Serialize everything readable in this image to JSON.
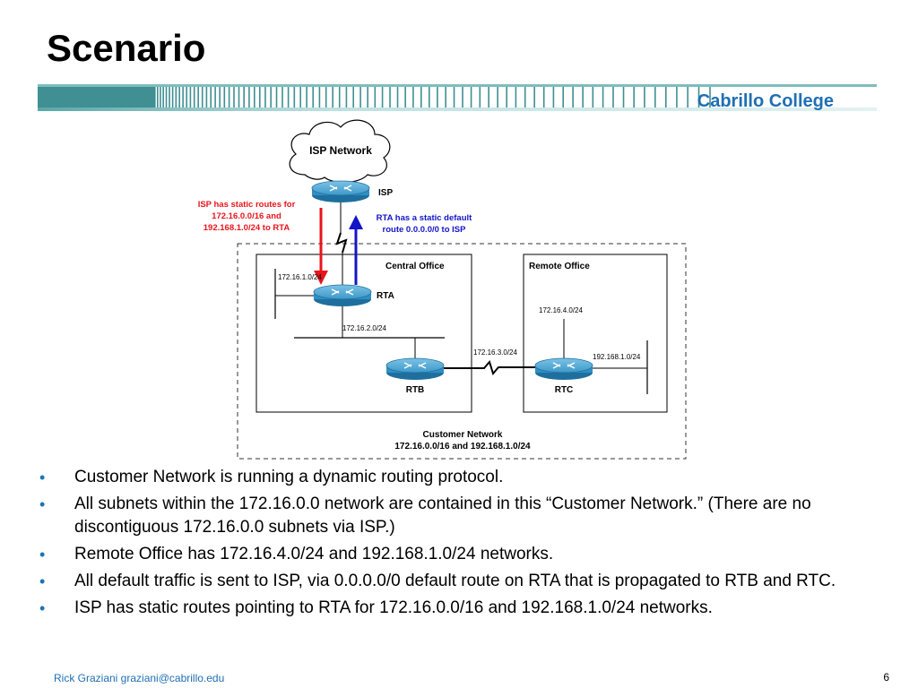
{
  "slide": {
    "title": "Scenario",
    "brand": "Cabrillo College",
    "footer_author": "Rick Graziani  graziani@cabrillo.edu",
    "page_number": "6"
  },
  "diagram": {
    "isp_cloud": "ISP Network",
    "isp_router": "ISP",
    "rta_router": "RTA",
    "rtb_router": "RTB",
    "rtc_router": "RTC",
    "note_isp_line1": "ISP has static routes for",
    "note_isp_line2": "172.16.0.0/16 and",
    "note_isp_line3": "192.168.1.0/24 to RTA",
    "note_rta_line1": "RTA has a static default",
    "note_rta_line2": "route 0.0.0.0/0 to ISP",
    "central_office": "Central Office",
    "remote_office": "Remote Office",
    "net_rta_lan": "172.16.1.0/24",
    "net_central_lan": "172.16.2.0/24",
    "net_serial": "172.16.3.0/24",
    "net_remote_lan1": "172.16.4.0/24",
    "net_remote_lan2": "192.168.1.0/24",
    "customer_line1": "Customer Network",
    "customer_line2": "172.16.0.0/16 and 192.168.1.0/24",
    "colors": {
      "isp_note": "#e8141b",
      "rta_note": "#1414c8",
      "router": "#2f8fc3"
    }
  },
  "bullets": [
    "Customer Network is running a dynamic routing protocol.",
    "All subnets within the 172.16.0.0 network are contained in this “Customer Network.” (There are no discontiguous 172.16.0.0 subnets via ISP.)",
    "Remote Office has 172.16.4.0/24 and 192.168.1.0/24 networks.",
    "All default traffic is sent to ISP, via 0.0.0.0/0 default route on RTA that is propagated to RTB and RTC.",
    "ISP has static routes pointing to RTA for 172.16.0.0/16 and 192.168.1.0/24 networks."
  ]
}
